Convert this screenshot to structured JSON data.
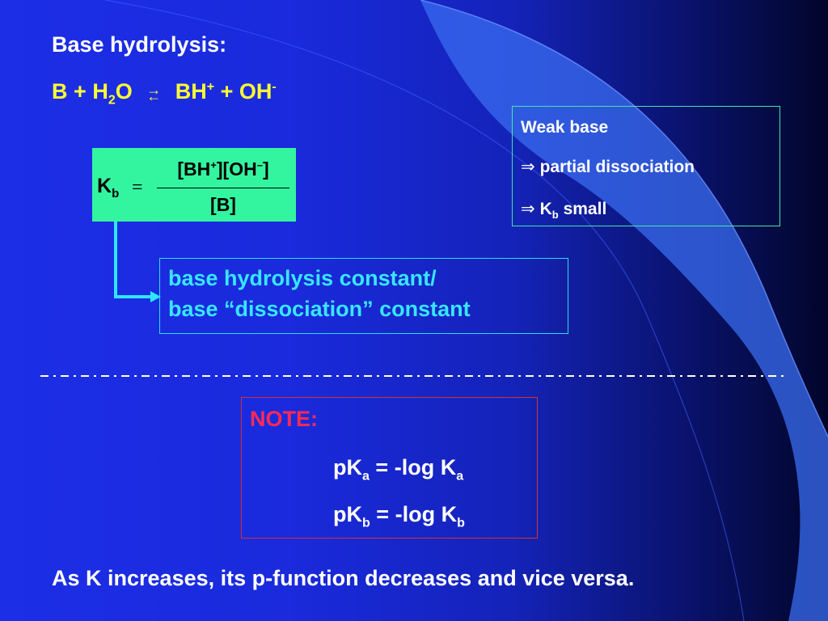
{
  "slide": {
    "title": "Base hydrolysis:",
    "reaction": {
      "reactant_b": "B",
      "plus_1": "+",
      "water_h": "H",
      "water_sub": "2",
      "water_o": "O",
      "arrow_forward": "→",
      "arrow_back": "←",
      "product_bh": "BH",
      "product_bh_charge": "+",
      "plus_2": "+",
      "product_oh": "OH",
      "product_oh_charge": "-"
    },
    "kb_formula": {
      "lhs": "K",
      "lhs_sub": "b",
      "equals": "=",
      "numerator_a": "[BH",
      "numerator_plus": "+",
      "numerator_b": "][OH",
      "numerator_minus": "–",
      "numerator_c": "]",
      "denominator": "[B]"
    },
    "weak_base": {
      "line1": "Weak base",
      "arrow_symbol": "⇒",
      "line2": "partial dissociation",
      "line3_k": "K",
      "line3_sub": "b",
      "line3_rest": "small"
    },
    "hydrolysis_box": {
      "line1": "base hydrolysis constant/",
      "line2": "base “dissociation” constant"
    },
    "note": {
      "heading": "NOTE:",
      "pka_lhs": "pK",
      "pka_lhs_sub": "a",
      "pka_eq": "=",
      "pka_rhs": "-log K",
      "pka_rhs_sub": "a",
      "pkb_lhs": "pK",
      "pkb_lhs_sub": "b",
      "pkb_eq": "=",
      "pkb_rhs": "-log K",
      "pkb_rhs_sub": "b"
    },
    "footer": "As K increases, its p-function decreases and vice versa."
  },
  "colors": {
    "background_start": "#1c2ee6",
    "background_end": "#02052a",
    "title_text": "#ffffff",
    "equation_text": "#ffff33",
    "kb_box_fill": "#33f5a0",
    "hydrolysis_text": "#38e6ff",
    "note_heading": "#ff2a55",
    "note_border": "#d83030"
  }
}
